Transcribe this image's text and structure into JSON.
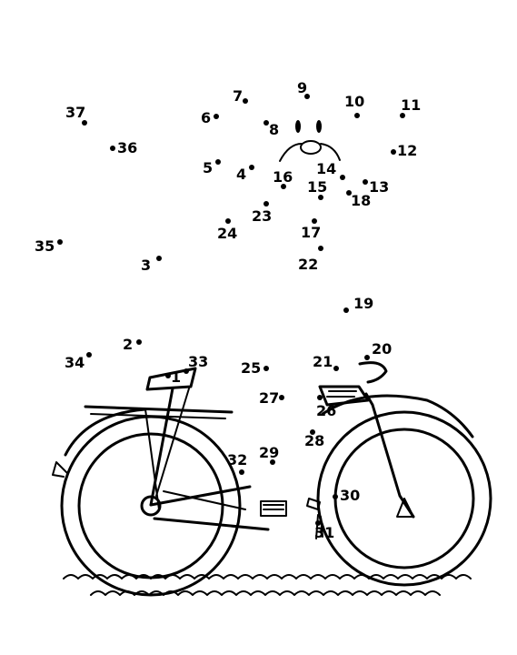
{
  "puzzle": {
    "points": [
      {
        "n": "1"
      },
      {
        "n": "2"
      },
      {
        "n": "3"
      },
      {
        "n": "4"
      },
      {
        "n": "5"
      },
      {
        "n": "6"
      },
      {
        "n": "7"
      },
      {
        "n": "8"
      },
      {
        "n": "9"
      },
      {
        "n": "10"
      },
      {
        "n": "11"
      },
      {
        "n": "12"
      },
      {
        "n": "13"
      },
      {
        "n": "14"
      },
      {
        "n": "15"
      },
      {
        "n": "16"
      },
      {
        "n": "17"
      },
      {
        "n": "18"
      },
      {
        "n": "19"
      },
      {
        "n": "20"
      },
      {
        "n": "21"
      },
      {
        "n": "22"
      },
      {
        "n": "23"
      },
      {
        "n": "24"
      },
      {
        "n": "25"
      },
      {
        "n": "26"
      },
      {
        "n": "27"
      },
      {
        "n": "28"
      },
      {
        "n": "29"
      },
      {
        "n": "30"
      },
      {
        "n": "31"
      },
      {
        "n": "32"
      },
      {
        "n": "33"
      },
      {
        "n": "34"
      },
      {
        "n": "35"
      },
      {
        "n": "36"
      },
      {
        "n": "37"
      }
    ]
  }
}
